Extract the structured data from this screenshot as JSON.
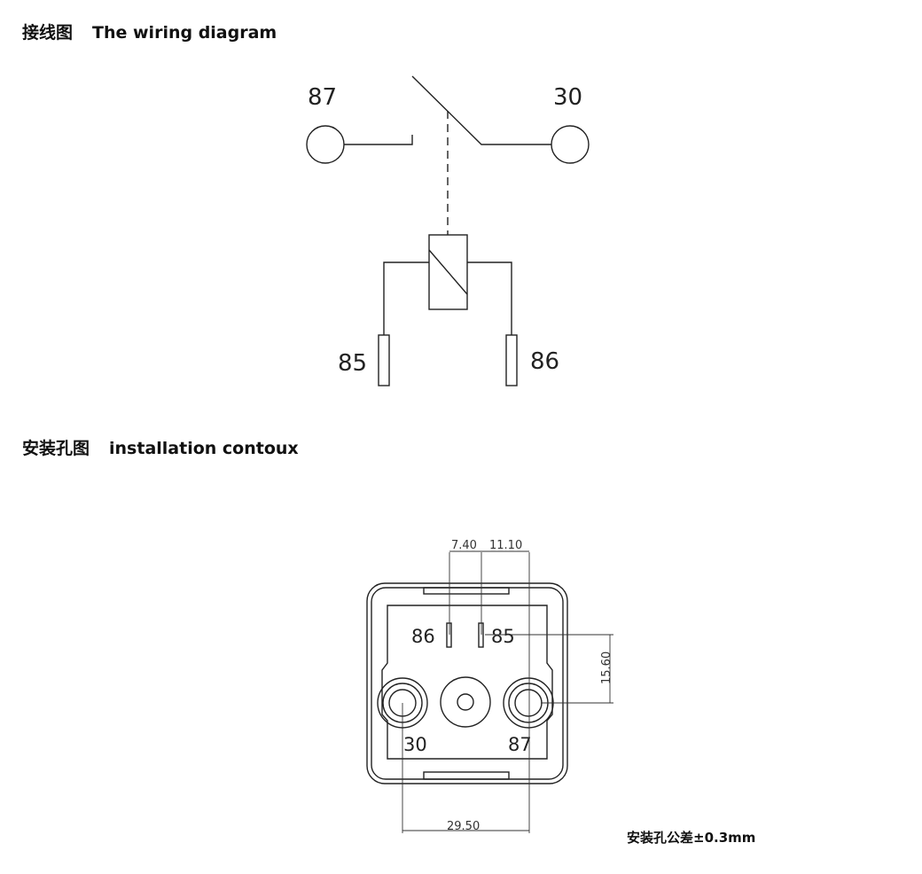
{
  "headings": {
    "wiring": {
      "cn": "接线图",
      "en": "The wiring diagram"
    },
    "install": {
      "cn": "安装孔图",
      "en": "installation contoux"
    }
  },
  "wiring": {
    "terminal_87": "87",
    "terminal_30": "30",
    "terminal_85": "85",
    "terminal_86": "86"
  },
  "contour": {
    "pin_86": "86",
    "pin_85": "85",
    "pin_30": "30",
    "pin_87": "87",
    "dim_a": "7.40",
    "dim_b": "11.10",
    "dim_c": "15.60",
    "dim_d": "29.50"
  },
  "tolerance": "安装孔公差±0.3mm"
}
